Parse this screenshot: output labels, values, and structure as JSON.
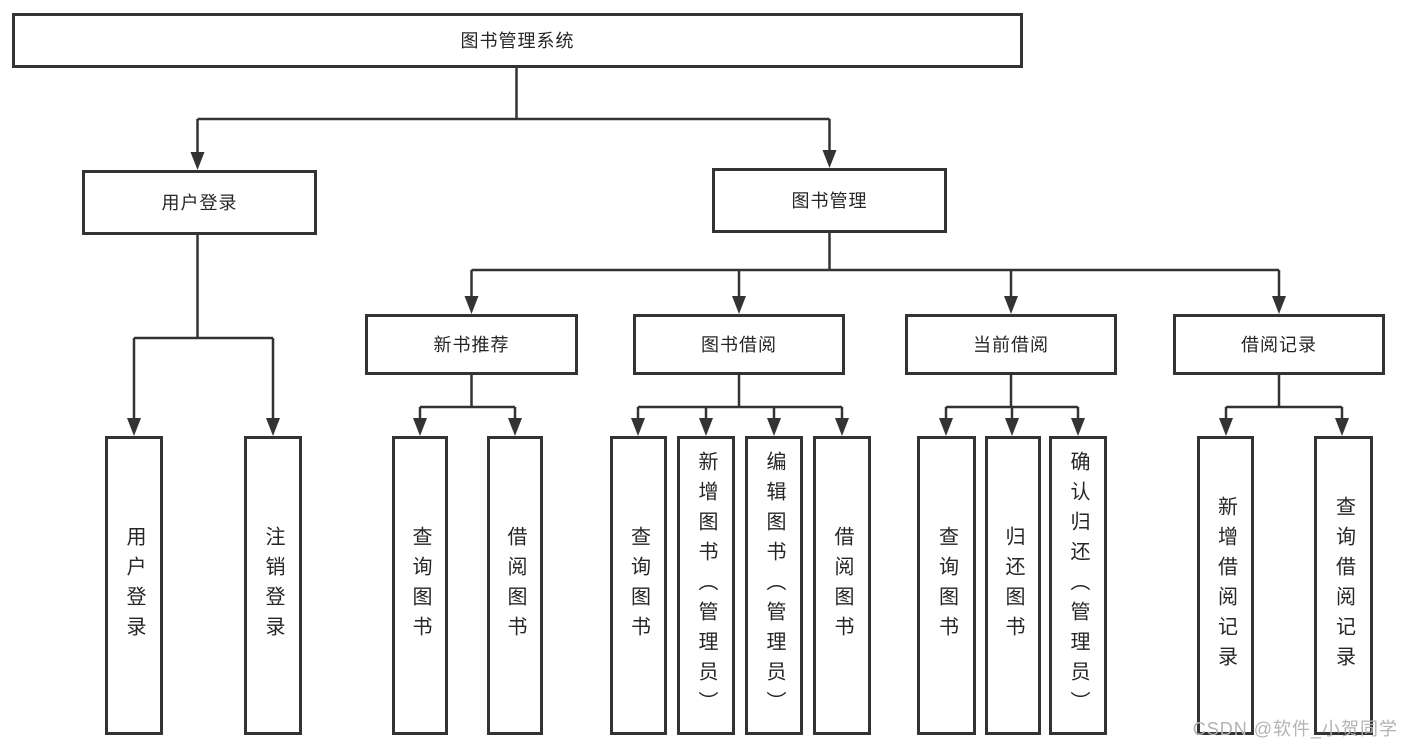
{
  "root": {
    "label": "图书管理系统"
  },
  "tree": {
    "user_login": {
      "label": "用户登录",
      "children": [
        {
          "label": "用户登录"
        },
        {
          "label": "注销登录"
        }
      ]
    },
    "book_mgmt": {
      "label": "图书管理",
      "children": [
        {
          "label": "新书推荐",
          "children": [
            {
              "label": "查询图书"
            },
            {
              "label": "借阅图书"
            }
          ]
        },
        {
          "label": "图书借阅",
          "children": [
            {
              "label": "查询图书"
            },
            {
              "label": "新增图书（管理员）"
            },
            {
              "label": "编辑图书（管理员）"
            },
            {
              "label": "借阅图书"
            }
          ]
        },
        {
          "label": "当前借阅",
          "children": [
            {
              "label": "查询图书"
            },
            {
              "label": "归还图书"
            },
            {
              "label": "确认归还（管理员）"
            }
          ]
        },
        {
          "label": "借阅记录",
          "children": [
            {
              "label": "新增借阅记录"
            },
            {
              "label": "查询借阅记录"
            }
          ]
        }
      ]
    }
  },
  "watermark": {
    "text": "CSDN @软件_小贺同学"
  },
  "colors": {
    "line": "#333333",
    "border": "#333333",
    "text": "#262626",
    "background": "#ffffff",
    "watermark": "#b3b3b3"
  }
}
